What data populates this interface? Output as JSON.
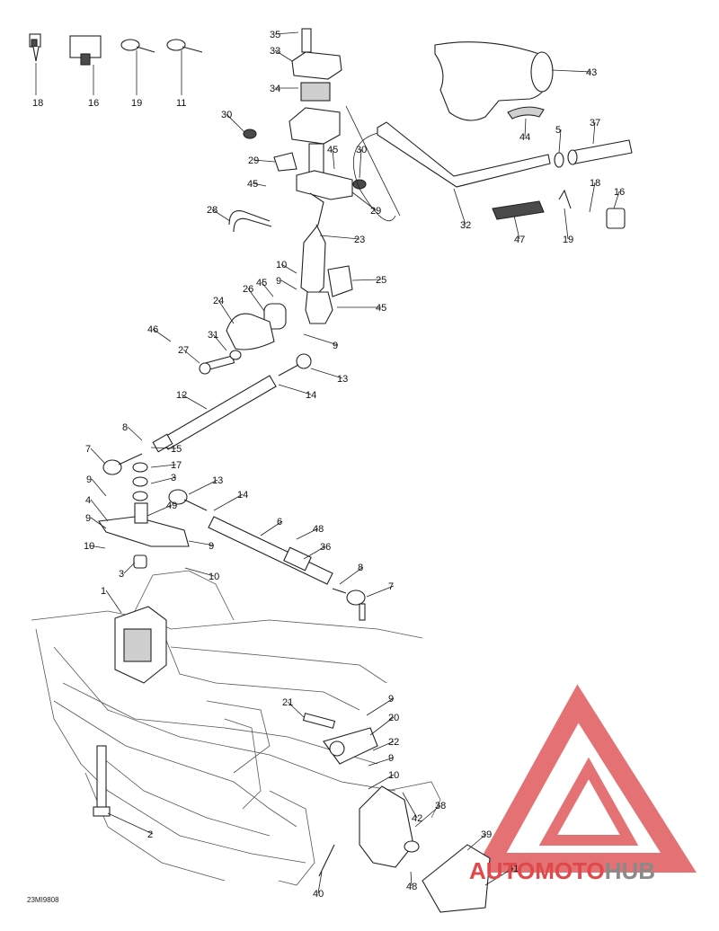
{
  "figure_code": "23MI9808",
  "callouts": [
    {
      "id": "c35",
      "label": "35"
    },
    {
      "id": "c33",
      "label": "33"
    },
    {
      "id": "c34",
      "label": "34"
    },
    {
      "id": "c30a",
      "label": "30"
    },
    {
      "id": "c30b",
      "label": "30"
    },
    {
      "id": "c45a",
      "label": "45"
    },
    {
      "id": "c29a",
      "label": "29"
    },
    {
      "id": "c45b",
      "label": "45"
    },
    {
      "id": "c29b",
      "label": "29"
    },
    {
      "id": "c28",
      "label": "28"
    },
    {
      "id": "c23",
      "label": "23"
    },
    {
      "id": "c10a",
      "label": "10"
    },
    {
      "id": "c9a",
      "label": "9"
    },
    {
      "id": "c45c",
      "label": "45"
    },
    {
      "id": "c25",
      "label": "25"
    },
    {
      "id": "c26",
      "label": "26"
    },
    {
      "id": "c24",
      "label": "24"
    },
    {
      "id": "c45d",
      "label": "45"
    },
    {
      "id": "c46",
      "label": "46"
    },
    {
      "id": "c31",
      "label": "31"
    },
    {
      "id": "c9b",
      "label": "9"
    },
    {
      "id": "c27",
      "label": "27"
    },
    {
      "id": "c13a",
      "label": "13"
    },
    {
      "id": "c14a",
      "label": "14"
    },
    {
      "id": "c12",
      "label": "12"
    },
    {
      "id": "c8a",
      "label": "8"
    },
    {
      "id": "c15",
      "label": "15"
    },
    {
      "id": "c7a",
      "label": "7"
    },
    {
      "id": "c17",
      "label": "17"
    },
    {
      "id": "c9c",
      "label": "9"
    },
    {
      "id": "c3a",
      "label": "3"
    },
    {
      "id": "c13b",
      "label": "13"
    },
    {
      "id": "c4",
      "label": "4"
    },
    {
      "id": "c49",
      "label": "49"
    },
    {
      "id": "c14b",
      "label": "14"
    },
    {
      "id": "c9d",
      "label": "9"
    },
    {
      "id": "c6",
      "label": "6"
    },
    {
      "id": "c48a",
      "label": "48"
    },
    {
      "id": "c10b",
      "label": "10"
    },
    {
      "id": "c9e",
      "label": "9"
    },
    {
      "id": "c36",
      "label": "36"
    },
    {
      "id": "c3b",
      "label": "3"
    },
    {
      "id": "c10c",
      "label": "10"
    },
    {
      "id": "c8b",
      "label": "8"
    },
    {
      "id": "c7b",
      "label": "7"
    },
    {
      "id": "c1",
      "label": "1"
    },
    {
      "id": "c9f",
      "label": "9"
    },
    {
      "id": "c21",
      "label": "21"
    },
    {
      "id": "c20",
      "label": "20"
    },
    {
      "id": "c22",
      "label": "22"
    },
    {
      "id": "c9g",
      "label": "9"
    },
    {
      "id": "c10d",
      "label": "10"
    },
    {
      "id": "c42",
      "label": "42"
    },
    {
      "id": "c38",
      "label": "38"
    },
    {
      "id": "c39",
      "label": "39"
    },
    {
      "id": "c41",
      "label": "41"
    },
    {
      "id": "c2",
      "label": "2"
    },
    {
      "id": "c40",
      "label": "40"
    },
    {
      "id": "c48b",
      "label": "48"
    },
    {
      "id": "c18a",
      "label": "18"
    },
    {
      "id": "c16a",
      "label": "16"
    },
    {
      "id": "c19a",
      "label": "19"
    },
    {
      "id": "c11",
      "label": "11"
    },
    {
      "id": "c43",
      "label": "43"
    },
    {
      "id": "c44",
      "label": "44"
    },
    {
      "id": "c5",
      "label": "5"
    },
    {
      "id": "c37",
      "label": "37"
    },
    {
      "id": "c18b",
      "label": "18"
    },
    {
      "id": "c16b",
      "label": "16"
    },
    {
      "id": "c32",
      "label": "32"
    },
    {
      "id": "c47",
      "label": "47"
    },
    {
      "id": "c19b",
      "label": "19"
    }
  ],
  "watermark": {
    "part1": "AUTO",
    "part2": "MOTO",
    "part3": "HUB",
    "color_red": "#e0484a",
    "color_grey": "#8a8a8a"
  }
}
